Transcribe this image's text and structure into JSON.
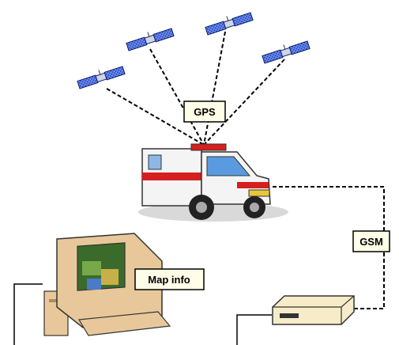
{
  "labels": {
    "gps": "GPS",
    "gsm": "GSM",
    "map_info": "Map info"
  },
  "icons": {
    "satellite": "satellite-icon",
    "ambulance": "ambulance-icon",
    "computer": "computer-icon",
    "modem": "modem-icon"
  },
  "colors": {
    "satellite_panel": "#1f3fae",
    "ambulance_red": "#d61f1f",
    "monitor_body": "#e8c89a",
    "modem_body": "#f6ecc8",
    "label_box": "#fdfde8"
  }
}
